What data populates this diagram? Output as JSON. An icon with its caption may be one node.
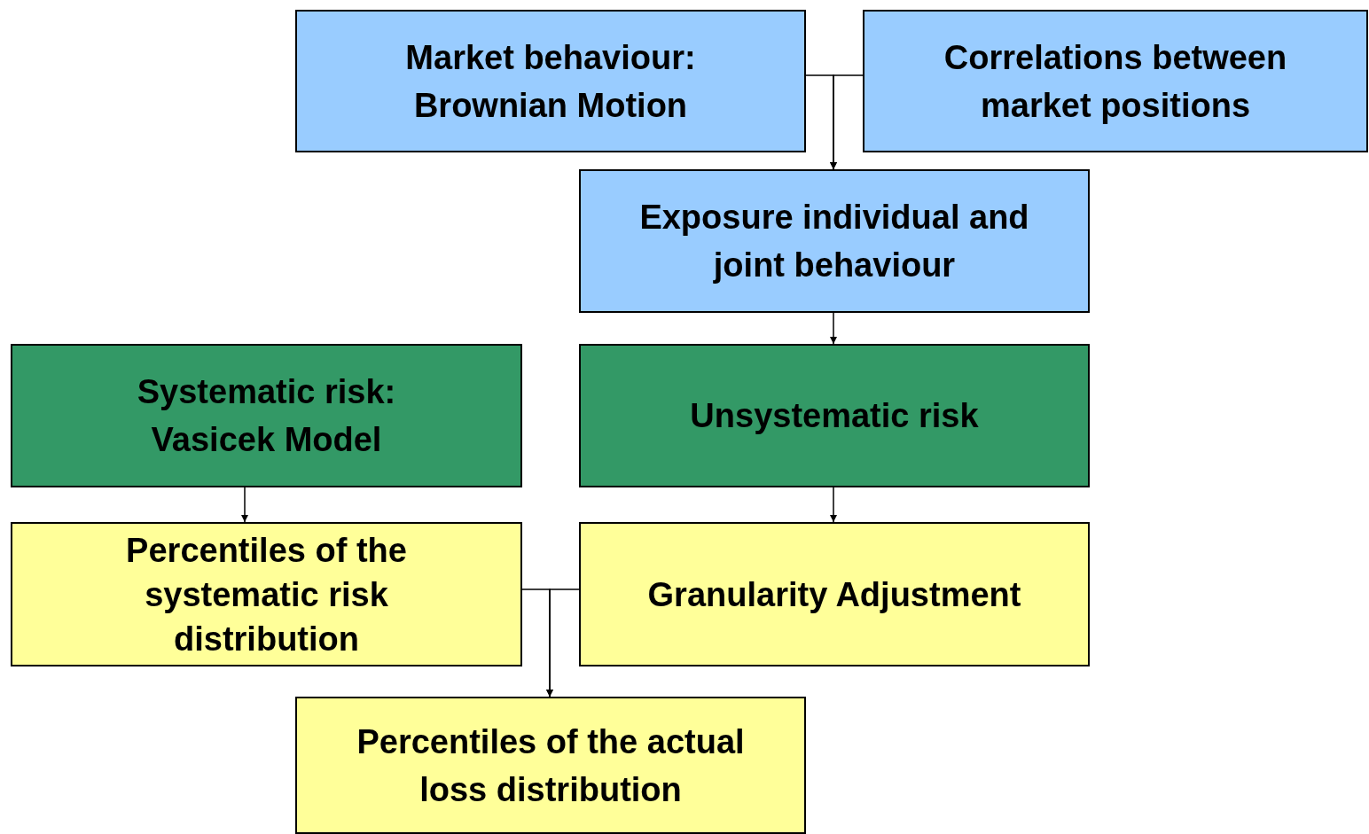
{
  "diagram": {
    "nodes": [
      {
        "text": [
          "Market behaviour: Brownian Motion"
        ]
      },
      {
        "text": [
          "Correlations between market positions"
        ]
      },
      {
        "text": [
          "Exposure individual and joint behaviour"
        ]
      },
      {
        "text": [
          "Systematic risk: Vasicek Model"
        ]
      },
      {
        "text": [
          "Unsystematic risk"
        ]
      },
      {
        "text": [
          "Percentiles of the systematic risk distribution"
        ]
      },
      {
        "text": [
          "Granularity Adjustment"
        ]
      },
      {
        "text": [
          "Percentiles of the actual loss distribution"
        ]
      }
    ],
    "edges": [
      {
        "from": 0,
        "to": 2,
        "arrow": "to"
      },
      {
        "from": 1,
        "to": 2,
        "arrow": "to"
      },
      {
        "from": 2,
        "to": 4,
        "arrow": "to"
      },
      {
        "from": 3,
        "to": 5,
        "arrow": "to"
      },
      {
        "from": 4,
        "to": 6,
        "arrow": "to"
      },
      {
        "from": 5,
        "to": 7,
        "arrow": "to"
      },
      {
        "from": 6,
        "to": 7,
        "arrow": "to"
      }
    ]
  }
}
